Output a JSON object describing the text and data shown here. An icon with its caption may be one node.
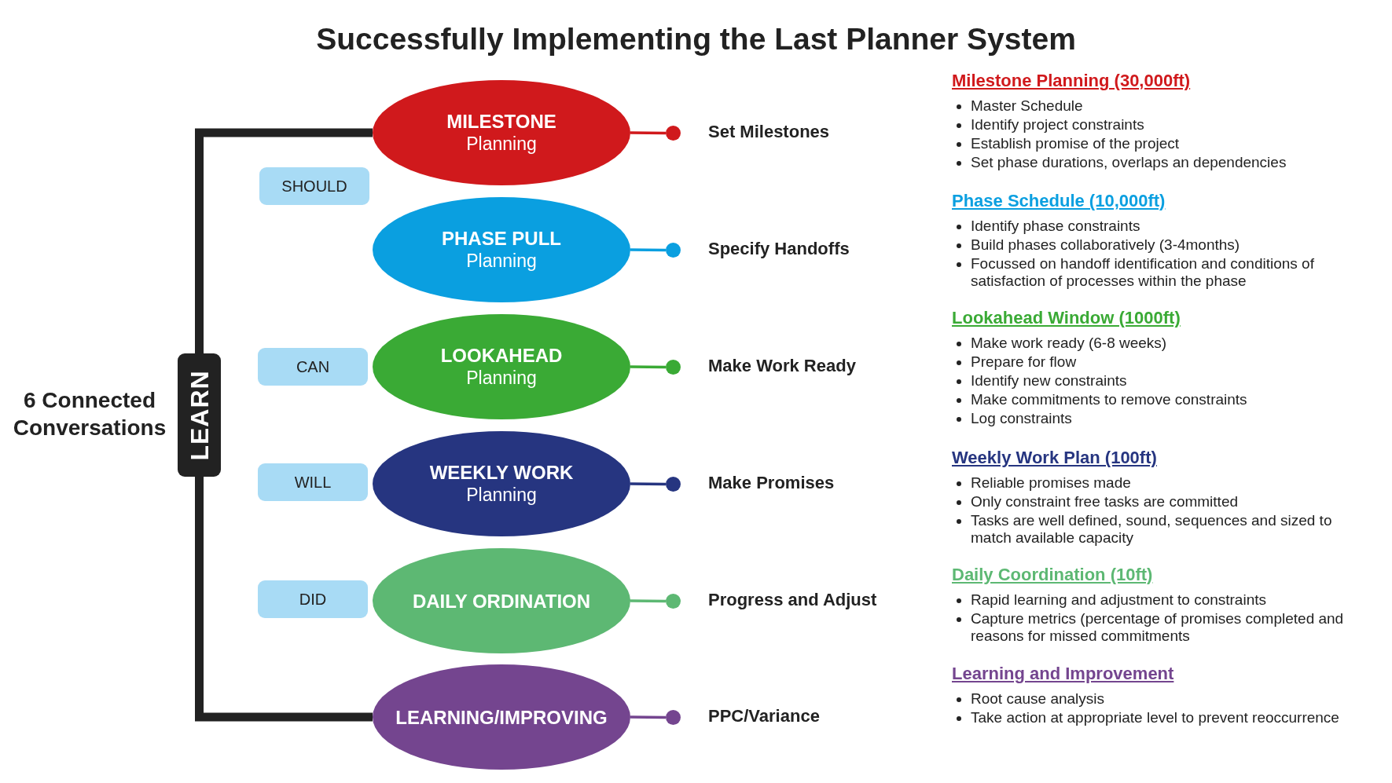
{
  "diagram": {
    "title": "Successfully Implementing the Last Planner System",
    "nodes": [
      {
        "text": [
          "MILESTONE",
          "Planning"
        ]
      },
      {
        "text": [
          "PHASE PULL",
          "Planning"
        ]
      },
      {
        "text": [
          "LOOKAHEAD",
          "Planning"
        ]
      },
      {
        "text": [
          "WEEKLY WORK",
          "Planning"
        ]
      },
      {
        "text": [
          "DAILY ORDINATION"
        ]
      },
      {
        "text": [
          "LEARNING/IMPROVING"
        ]
      },
      {
        "text": [],
        "shape": "circle",
        "beside": [
          "Set Milestones"
        ]
      },
      {
        "text": [],
        "shape": "circle",
        "beside": [
          "Specify Handoffs"
        ]
      },
      {
        "text": [],
        "shape": "circle",
        "beside": [
          "Make Work Ready"
        ]
      },
      {
        "text": [],
        "shape": "circle",
        "beside": [
          "Make Promises"
        ]
      },
      {
        "text": [],
        "shape": "circle",
        "beside": [
          "Progress and Adjust"
        ]
      },
      {
        "text": [],
        "shape": "circle",
        "beside": [
          "PPC/Variance"
        ]
      },
      {
        "text": [
          "SHOULD"
        ]
      },
      {
        "text": [
          "CAN"
        ]
      },
      {
        "text": [
          "WILL"
        ]
      },
      {
        "text": [
          "DID"
        ]
      },
      {
        "text": [
          "LEARN"
        ]
      }
    ],
    "edges": [
      {
        "from": 0,
        "to": 6,
        "arrow": "none",
        "color": "#d0191c"
      },
      {
        "from": 1,
        "to": 7,
        "arrow": "none",
        "color": "#0a9fe0"
      },
      {
        "from": 2,
        "to": 8,
        "arrow": "none",
        "color": "#3aaa35"
      },
      {
        "from": 3,
        "to": 9,
        "arrow": "none",
        "color": "#263580"
      },
      {
        "from": 4,
        "to": 10,
        "arrow": "none",
        "color": "#5db873"
      },
      {
        "from": 5,
        "to": 11,
        "arrow": "none",
        "color": "#74458f"
      },
      {
        "from": 16,
        "to": 0,
        "arrow": "none",
        "style": "thick",
        "color": "#222222"
      },
      {
        "from": 16,
        "to": 5,
        "arrow": "none",
        "style": "thick",
        "color": "#222222"
      }
    ],
    "labels": [
      "6 Connected Conversations",
      "Milestone Planning (30,000ft)",
      "Master Schedule",
      "Identify project constraints",
      "Establish promise of the project",
      "Set phase durations, overlaps an dependencies",
      "Phase Schedule (10,000ft)",
      "Identify phase constraints",
      "Build phases collaboratively (3-4months)",
      "Focussed on handoff identification and conditions of satisfaction of processes within the phase",
      "Lookahead Window (1000ft)",
      "Make work ready (6-8 weeks)",
      "Prepare for flow",
      "Identify new constraints",
      "Make commitments to remove constraints",
      "Log constraints",
      "Weekly Work Plan (100ft)",
      "Reliable promises made",
      "Only constraint free tasks are committed",
      "Tasks are well defined, sound, sequences and sized to match available capacity",
      "Daily Coordination (10ft)",
      "Rapid learning and adjustment to constraints",
      "Capture metrics (percentage of promises completed and reasons for missed commitments",
      "Learning and Improvement",
      "Root cause analysis",
      "Take action at appropriate level to prevent reoccurrence"
    ]
  }
}
